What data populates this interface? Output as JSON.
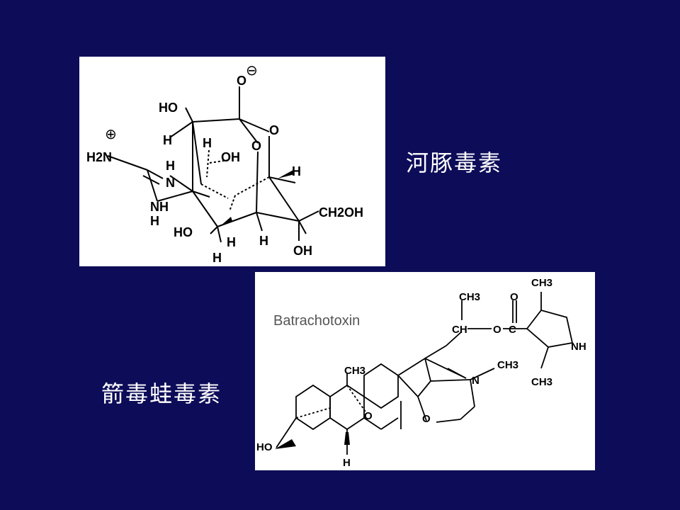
{
  "slide": {
    "background": "#0d0c58",
    "tetrodotoxin_label": "河豚毒素",
    "batrachotoxin_label": "箭毒蛙毒素"
  },
  "tetrodotoxin": {
    "atoms": {
      "o_minus": "O",
      "minus_sign": "⊖",
      "plus_sign": "⊕",
      "ho_top": "HO",
      "h_left": "H",
      "o_ring_right": "O",
      "o_ring_center": "O",
      "h_upper": "H",
      "oh_mid": "OH",
      "h2n": "H2N",
      "h_nh": "H",
      "n_upper": "N",
      "h_right": "H",
      "nh_lower": "NH",
      "h_nh_lower": "H",
      "ho_bottom": "HO",
      "h_bottom_mid": "H",
      "h_bottom_right": "H",
      "h_bottom": "H",
      "ch2oh": "CH2OH",
      "oh_bottom": "OH"
    }
  },
  "batrachotoxin": {
    "title": "Batrachotoxin",
    "atoms": {
      "ch3_top": "CH3",
      "ch": "CH",
      "o_ester": "O",
      "c_carbonyl": "C",
      "o_carbonyl": "O",
      "ch3_pyrrole_top": "CH3",
      "nh": "NH",
      "ch3_pyrrole_bottom": "CH3",
      "ch3_angular": "CH3",
      "n": "N",
      "ch3_n": "CH3",
      "o_bridge": "O",
      "o_oxazepane": "O",
      "ho": "HO",
      "h": "H"
    }
  }
}
